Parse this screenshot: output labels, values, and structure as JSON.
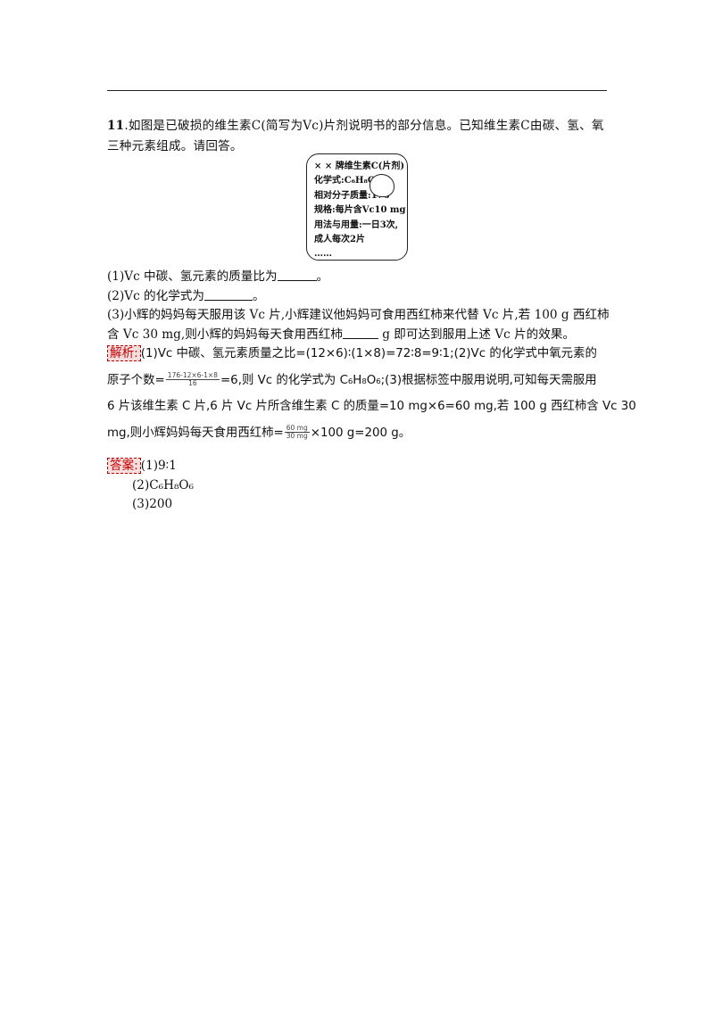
{
  "question": {
    "number": "11",
    "stem": ".如图是已破损的维生素C(简写为Vc)片剂说明书的部分信息。已知维生素C由碳、氢、氧三种元素组成。请回答。",
    "label_card": {
      "lines": [
        "× × 牌维生素C(片剂)",
        "化学式:C₆H₈O",
        "相对分子质量:176",
        "规格:每片含Vc10 mg",
        "用法与用量:一日3次,",
        "成人每次2片",
        "……"
      ]
    },
    "parts": [
      {
        "before": "(1)Vc 中碳、氢元素的质量比为",
        "after": "。"
      },
      {
        "before": "(2)Vc 的化学式为",
        "after": "。"
      },
      {
        "line1": "(3)小辉的妈妈每天服用该 Vc 片,小辉建议他妈妈可食用西红柿来代替 Vc 片,若 100 g 西红柿",
        "line2_before": "含 Vc 30 mg,则小辉的妈妈每天食用西红柿",
        "line2_after": " g 即可达到服用上述 Vc 片的效果。"
      }
    ]
  },
  "analysis": {
    "tag": "解析:",
    "line1": "(1)Vc 中碳、氢元素质量之比=(12×6)∶(1×8)=72∶8=9∶1;(2)Vc 的化学式中氧元素的",
    "line2_before": "原子个数=",
    "frac1_num": "176-12×6-1×8",
    "frac1_den": "16",
    "line2_after": "=6,则 Vc 的化学式为 C₆H₈O₆;(3)根据标签中服用说明,可知每天需服用",
    "line3": "6 片该维生素 C 片,6 片 Vc 片所含维生素 C 的质量=10 mg×6=60 mg,若 100 g 西红柿含 Vc 30",
    "line4_before": "mg,则小辉妈妈每天食用西红柿=",
    "frac2_num": "60 mg",
    "frac2_den": "30 mg",
    "line4_after": "×100 g=200 g。"
  },
  "answer": {
    "tag": "答案:",
    "items": [
      "(1)9∶1",
      "(2)C₆H₈O₆",
      "(3)200"
    ]
  }
}
